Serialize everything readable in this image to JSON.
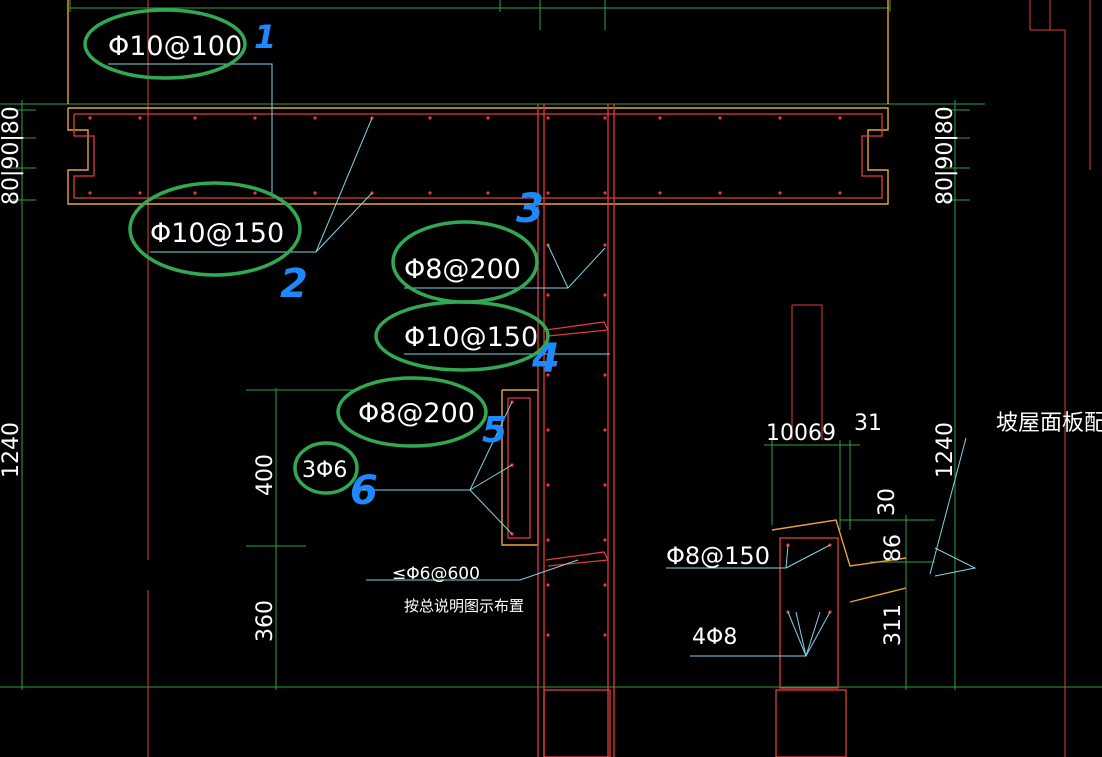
{
  "colors": {
    "background": "#000000",
    "dimension": "#2ea043",
    "concrete_outline": "#e8a23a",
    "rebar": "#e23b3b",
    "leader": "#7fd4e6",
    "text": "#ffffff",
    "highlight_ellipse": "#32a852",
    "handwritten": "#1e88ff"
  },
  "rebar_labels": [
    {
      "id": "1",
      "text": "Φ10@100"
    },
    {
      "id": "2",
      "text": "Φ10@150"
    },
    {
      "id": "3",
      "text": "Φ8@200"
    },
    {
      "id": "4",
      "text": "Φ10@150"
    },
    {
      "id": "5",
      "text": "Φ8@200"
    },
    {
      "id": "6",
      "text": "3Φ6"
    }
  ],
  "secondary_labels": {
    "tie": "≤Φ6@600",
    "note": "按总说明图示布置",
    "right_stirrup": "Φ8@150",
    "right_bars": "4Φ8",
    "slope_roof": "坡屋面板配筋"
  },
  "dimensions": {
    "left_top": "80|90|80",
    "left_main": "1240",
    "right_top": "80|90|80",
    "right_main": "1240",
    "dim_400": "400",
    "dim_360": "360",
    "dim_100": "100",
    "dim_69": "69",
    "dim_31": "31",
    "dim_30": "30",
    "dim_86": "86",
    "dim_311": "311"
  }
}
